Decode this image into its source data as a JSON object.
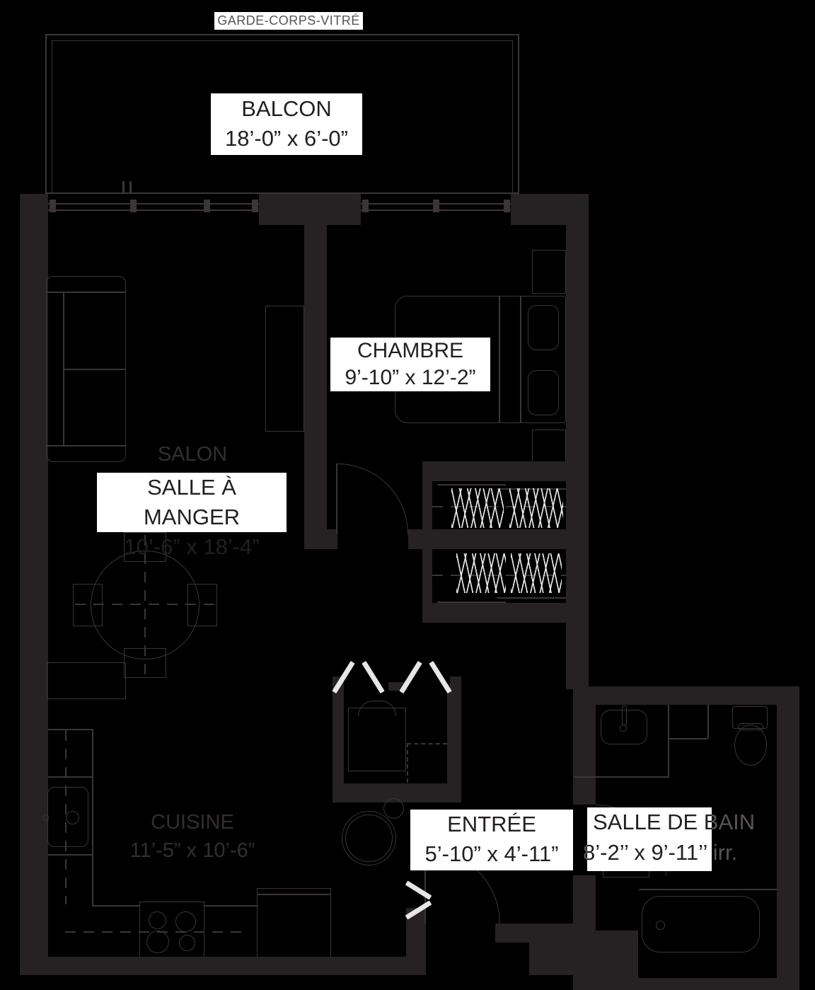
{
  "colors": {
    "background": "#000000",
    "wall": "#262122",
    "line": "#3b3536",
    "accent_white": "#e6e6e6",
    "label_bg": "#ffffff",
    "label_text": "#231f20",
    "room_text": "#332e2f",
    "note_text": "#585354"
  },
  "labels": {
    "garde_corps": "GARDE-CORPS-VITRÉ",
    "balcon": {
      "name": "BALCON",
      "dims": "18’-0” x 6’-0”"
    },
    "chambre": {
      "name": "CHAMBRE",
      "dims": "9’-10” x 12’-2”"
    },
    "salon": {
      "name": "SALON"
    },
    "salle_a_manger": {
      "name": "SALLE À MANGER",
      "dims": "10’-6” x 18’-4”"
    },
    "cuisine": {
      "name": "CUISINE",
      "dims": "11’-5” x 10’-6”"
    },
    "entree": {
      "name": "ENTRÉE",
      "dims": "5’-10” x 4’-11”"
    },
    "salle_de_bain": {
      "name": "SALLE DE BAIN",
      "dims": "8’-2’’ x 9’-11’’ irr."
    }
  }
}
